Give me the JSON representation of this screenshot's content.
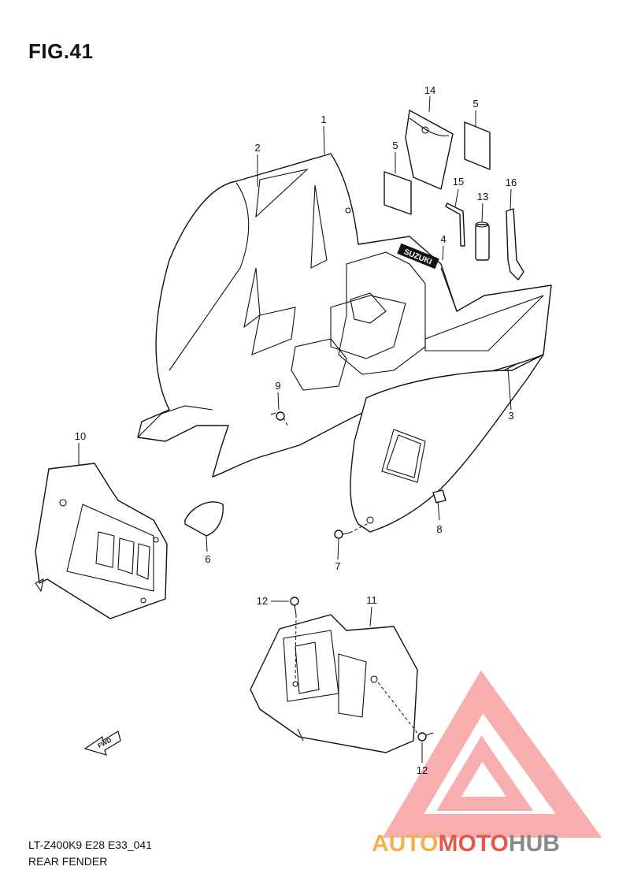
{
  "figure": {
    "title": "FIG.41",
    "model_code": "LT-Z400K9 E28 E33_041",
    "name": "REAR FENDER"
  },
  "callouts": [
    "1",
    "2",
    "3",
    "4",
    "5",
    "5",
    "6",
    "7",
    "8",
    "9",
    "10",
    "11",
    "12",
    "12",
    "13",
    "14",
    "15",
    "16"
  ],
  "fwd_mark": "FWD",
  "decal_text": "SUZUKI",
  "watermark": {
    "part1": "AUTO",
    "part2": "MOTO",
    "part3": "HUB",
    "color_orange": "#f5b04a",
    "color_red": "#e8554a",
    "color_gray": "#8a8a8a",
    "color_triangle": "#f7a0a0"
  }
}
